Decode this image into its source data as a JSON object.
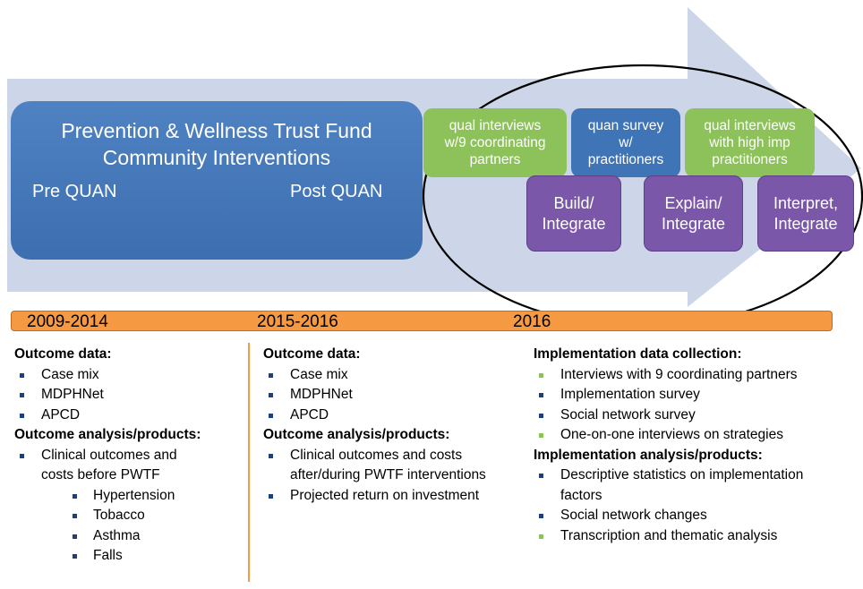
{
  "colors": {
    "arrow": "#ccd6e8",
    "blue_box": "#4a7dbe",
    "green_box": "#8dc25a",
    "purple_box": "#7a57a8",
    "timeline": "#f59a42",
    "bullet_blue": "#1f3f7a",
    "bullet_green": "#8dc25a"
  },
  "main_box": {
    "title_line1": "Prevention & Wellness Trust Fund",
    "title_line2": "Community Interventions",
    "pre": "Pre QUAN",
    "post": "Post QUAN"
  },
  "qual_box_1": "qual interviews\nw/9 coordinating\npartners",
  "quan_box": "quan survey\nw/\npractitioners",
  "qual_box_2": "qual interviews\nwith high imp\npractitioners",
  "build_box": "Build/\nIntegrate",
  "explain_box": "Explain/\nIntegrate",
  "interpret_box": "Interpret,\nIntegrate",
  "timeline": {
    "year1": "2009-2014",
    "year2": "2015-2016",
    "year3": "2016"
  },
  "col1": {
    "h1": "Outcome data:",
    "items1": [
      "Case mix",
      "MDPHNet",
      "APCD"
    ],
    "h2": "Outcome analysis/products:",
    "item2_line1": "Clinical outcomes and",
    "item2_line2": "costs before PWTF",
    "sub_items": [
      "Hypertension",
      "Tobacco",
      "Asthma",
      "Falls"
    ]
  },
  "col2": {
    "h1": "Outcome data:",
    "items1": [
      "Case mix",
      "MDPHNet",
      "APCD"
    ],
    "h2": "Outcome analysis/products:",
    "item2_line1": "Clinical outcomes and costs",
    "item2_line2": "after/during PWTF interventions",
    "item3": "Projected return on investment"
  },
  "col3": {
    "h1": "Implementation data collection:",
    "items1": [
      "Interviews with 9 coordinating partners",
      "Implementation survey",
      "Social network survey",
      "One-on-one interviews on strategies"
    ],
    "h2": "Implementation analysis/products:",
    "item2_line1": "Descriptive statistics on implementation",
    "item2_line2": "factors",
    "items3": [
      "Social network changes",
      "Transcription and thematic analysis"
    ]
  }
}
